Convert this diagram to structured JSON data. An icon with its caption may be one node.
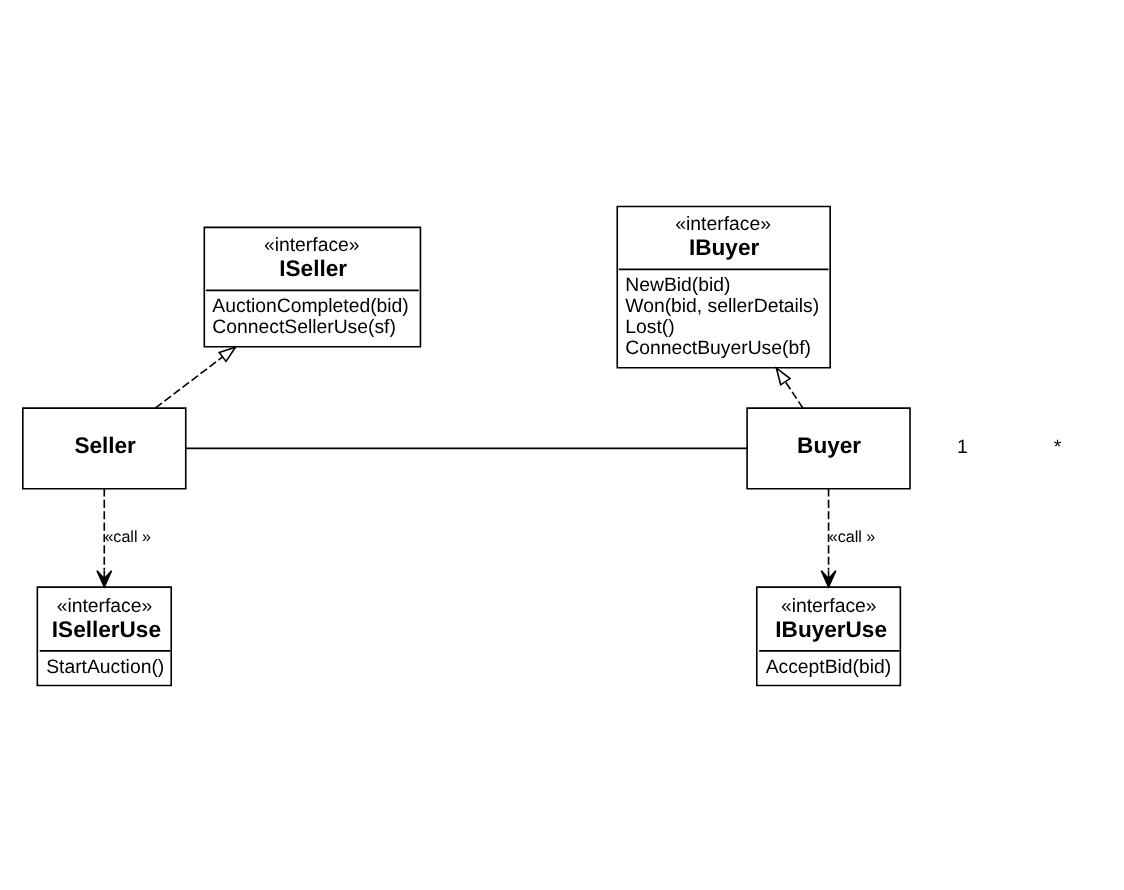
{
  "diagram": {
    "nodes": [
      {
        "text": [
          "«interface»",
          "ISeller",
          "AuctionCompleted(bid)",
          "ConnectSellerUse(sf)"
        ]
      },
      {
        "text": [
          "«interface»",
          "IBuyer",
          "NewBid(bid)",
          "Won(bid, sellerDetails)",
          "Lost()",
          "ConnectBuyerUse(bf)"
        ]
      },
      {
        "text": [
          "Seller"
        ]
      },
      {
        "text": [
          "Buyer"
        ]
      },
      {
        "text": [
          "«interface»",
          "ISellerUse",
          "StartAuction()"
        ]
      },
      {
        "text": [
          "«interface»",
          "IBuyerUse",
          "AcceptBid(bid)"
        ]
      }
    ],
    "edges": [
      {
        "from": 2,
        "to": 0,
        "arrow": "to",
        "style": "dashed"
      },
      {
        "from": 3,
        "to": 1,
        "arrow": "to",
        "style": "dashed"
      },
      {
        "from": 2,
        "to": 3,
        "arrow": "none"
      },
      {
        "from": 2,
        "to": 4,
        "arrow": "to",
        "style": "dashed",
        "label": "«call »"
      },
      {
        "from": 3,
        "to": 5,
        "arrow": "to",
        "style": "dashed",
        "label": "«call »"
      }
    ],
    "labels": [
      "1",
      "*"
    ]
  }
}
